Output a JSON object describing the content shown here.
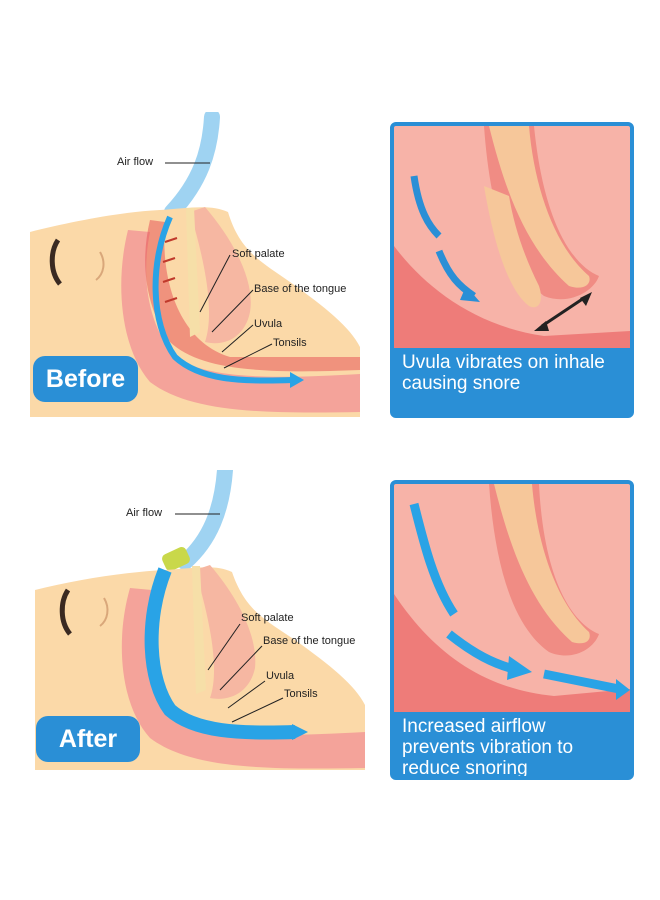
{
  "before": {
    "badge": "Before",
    "labels": {
      "air_flow": "Air flow",
      "soft_palate": "Soft palate",
      "base_of_tongue": "Base of  the tongue",
      "uvula": "Uvula",
      "tonsils": "Tonsils"
    },
    "caption": "Uvula vibrates on inhale causing snore"
  },
  "after": {
    "badge": "After",
    "labels": {
      "air_flow": "Air flow",
      "soft_palate": "Soft palate",
      "base_of_tongue": "Base of  the tongue",
      "uvula": "Uvula",
      "tonsils": "Tonsils"
    },
    "caption": "Increased airflow prevents vibration to reduce snoring"
  },
  "colors": {
    "accent_blue": "#2a8fd6",
    "airflow_blue": "#29a3e6",
    "skin": "#fbd9a8",
    "tissue_pink": "#f4a39a",
    "tissue_red": "#e8575a",
    "bone": "#f6dfa8"
  }
}
